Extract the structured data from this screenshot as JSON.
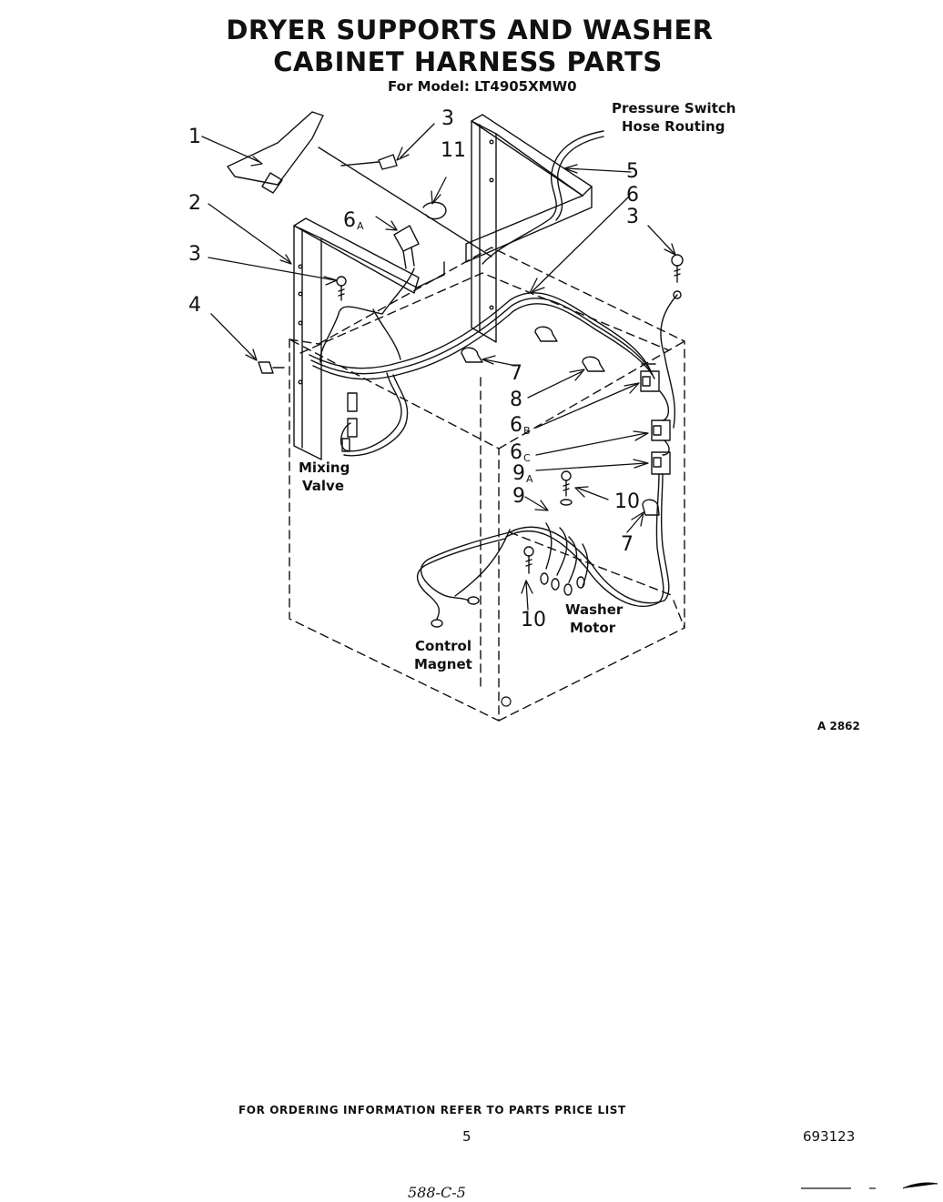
{
  "title": {
    "line1": "DRYER SUPPORTS AND WASHER",
    "line2": "CABINET HARNESS PARTS",
    "model": "For Model: LT4905XMW0"
  },
  "labels": {
    "pressure_switch_1": "Pressure Switch",
    "pressure_switch_2": "Hose Routing",
    "mixing_valve_1": "Mixing",
    "mixing_valve_2": "Valve",
    "control_magnet_1": "Control",
    "control_magnet_2": "Magnet",
    "washer_motor_1": "Washer",
    "washer_motor_2": "Motor"
  },
  "callouts": {
    "c1": "1",
    "c2": "2",
    "c3a": "3",
    "c3b": "3",
    "c3c": "3",
    "c4": "4",
    "c5": "5",
    "c6": "6",
    "c6a": "6",
    "c6a_sub": "A",
    "c6b": "6",
    "c6b_sub": "B",
    "c6c": "6",
    "c6c_sub": "C",
    "c7a": "7",
    "c7b": "7",
    "c8": "8",
    "c9": "9",
    "c9a": "9",
    "c9a_sub": "A",
    "c10a": "10",
    "c10b": "10",
    "c11": "11"
  },
  "figure_id": "A 2862",
  "footer": {
    "ordering": "FOR ORDERING INFORMATION REFER TO PARTS PRICE LIST",
    "page": "5",
    "doc_number": "693123",
    "handwritten": "588-C-5"
  }
}
